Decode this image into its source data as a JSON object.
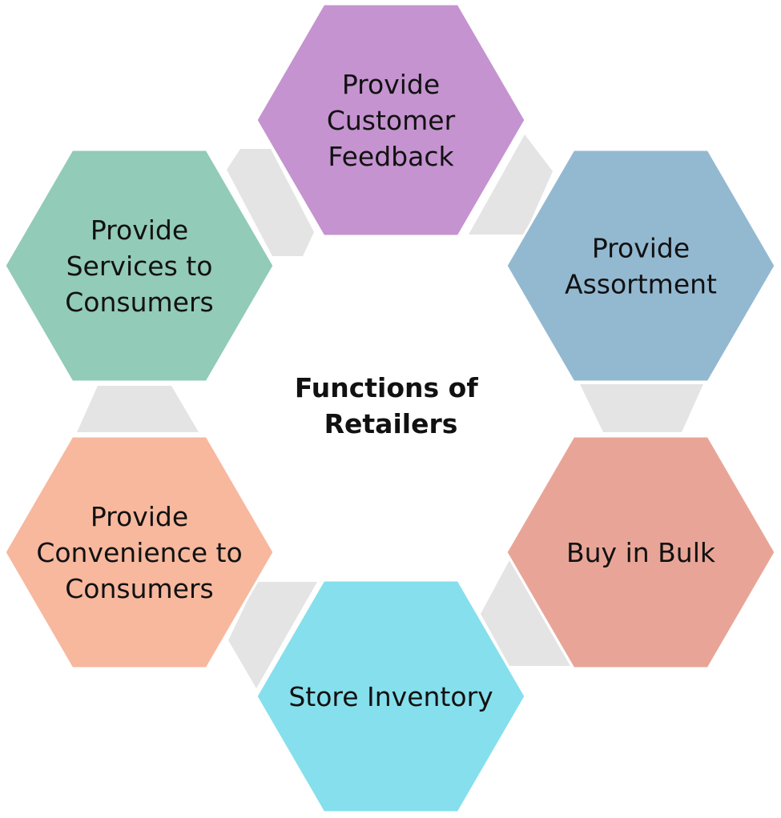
{
  "title": {
    "lines": [
      "Functions of",
      "Retailers"
    ]
  },
  "nodes": [
    {
      "id": "feedback",
      "lines": [
        "Provide",
        "Customer",
        "Feedback"
      ],
      "color": "#c593d0"
    },
    {
      "id": "assortment",
      "lines": [
        "Provide",
        "Assortment"
      ],
      "color": "#93b9d1"
    },
    {
      "id": "bulk",
      "lines": [
        "Buy in Bulk"
      ],
      "color": "#e8a597"
    },
    {
      "id": "inventory",
      "lines": [
        "Store Inventory"
      ],
      "color": "#86dfec"
    },
    {
      "id": "convenience",
      "lines": [
        "Provide",
        "Convenience to",
        "Consumers"
      ],
      "color": "#f7b89e"
    },
    {
      "id": "services",
      "lines": [
        "Provide",
        "Services to",
        "Consumers"
      ],
      "color": "#92cbb7"
    }
  ],
  "connector_color": "#e4e4e4"
}
